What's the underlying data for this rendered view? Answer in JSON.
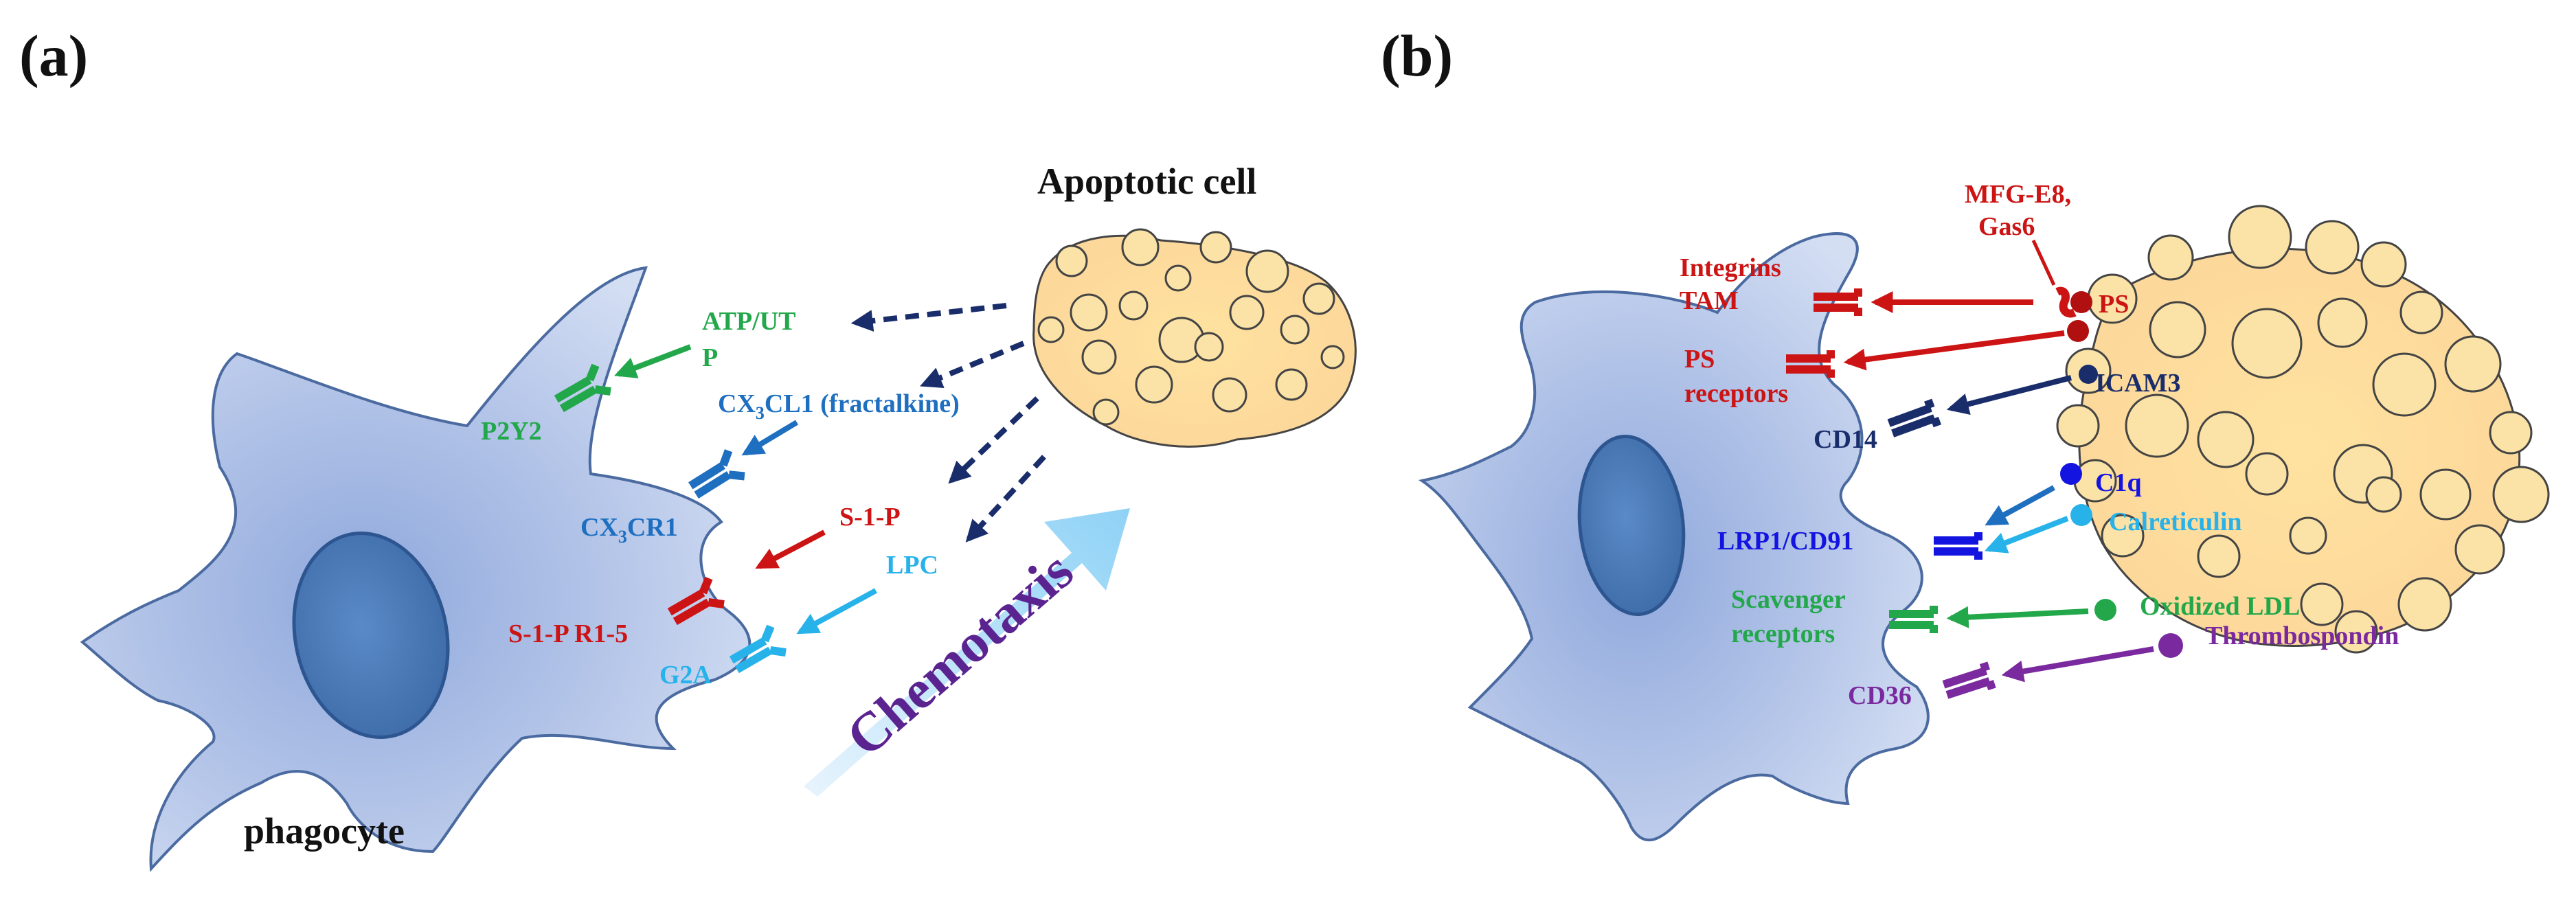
{
  "panel_a": {
    "label": "(a)",
    "apoptotic_cell": "Apoptotic cell",
    "phagocyte": "phagocyte",
    "chemotaxis": "Chemotaxis",
    "signals": {
      "atp_utp_line1": "ATP/UT",
      "atp_utp_line2": "P",
      "cx3cl1_pre": "CX",
      "cx3cl1_sub": "3",
      "cx3cl1_post": "CL1 (fractalkine)",
      "s1p": "S-1-P",
      "lpc": "LPC"
    },
    "receptors": {
      "p2y2": "P2Y2",
      "cx3cr1_pre": "CX",
      "cx3cr1_sub": "3",
      "cx3cr1_post": "CR1",
      "s1pr": "S-1-P R1-5",
      "g2a": "G2A"
    }
  },
  "panel_b": {
    "label": "(b)",
    "ligands": {
      "mfge8_line1": "MFG-E8,",
      "mfge8_line2": "Gas6",
      "ps": "PS",
      "icam3": "ICAM3",
      "c1q": "C1q",
      "calreticulin": "Calreticulin",
      "oxidized_ldl": "Oxidized LDL",
      "thrombospondin": "Thrombospondin"
    },
    "receptors": {
      "integrins_line1": "Integrins",
      "integrins_line2": "TAM",
      "ps_receptors_line1": "PS",
      "ps_receptors_line2": "receptors",
      "cd14": "CD14",
      "lrp1": "LRP1/CD91",
      "scavenger_line1": "Scavenger",
      "scavenger_line2": "receptors",
      "cd36": "CD36"
    }
  },
  "colors": {
    "green": "#22a84a",
    "blue_mid": "#1f6fc0",
    "red": "#cc1414",
    "light_blue": "#27b2ea",
    "navy": "#1a2d6b",
    "bright_blue": "#1414e0",
    "purple": "#7a2a9e",
    "cell_fill": "#fbe3a7",
    "phagocyte_fill": "#c9d5ee"
  }
}
